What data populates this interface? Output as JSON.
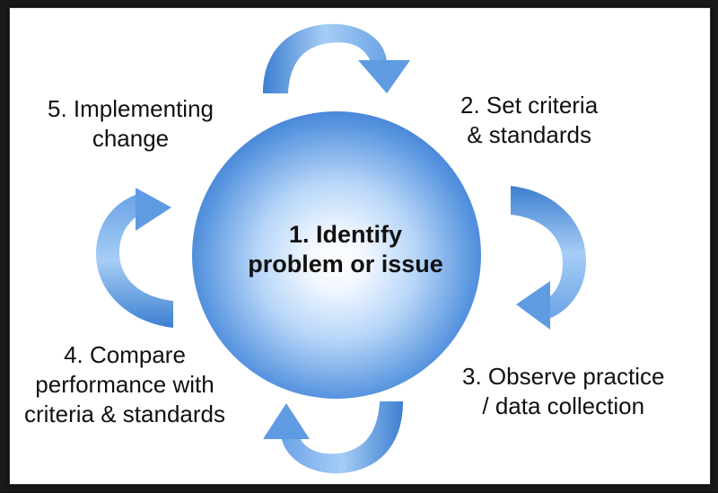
{
  "diagram": {
    "center": {
      "line1": "1. Identify",
      "line2": "problem or issue"
    },
    "steps": [
      {
        "line1": "2. Set criteria",
        "line2": "& standards"
      },
      {
        "line1": "3. Observe practice",
        "line2": "/ data collection"
      },
      {
        "line1": "4. Compare",
        "line2": "performance with",
        "line3": "criteria & standards"
      },
      {
        "line1": "5. Implementing",
        "line2": "change"
      }
    ],
    "colors": {
      "circle_center": "#ffffff",
      "circle_mid": "#a9cdf6",
      "circle_edge": "#3f82d8",
      "arrow_light": "#8ec0f2",
      "arrow_dark": "#3d7fd0",
      "frame": "#1a1a1a"
    }
  }
}
